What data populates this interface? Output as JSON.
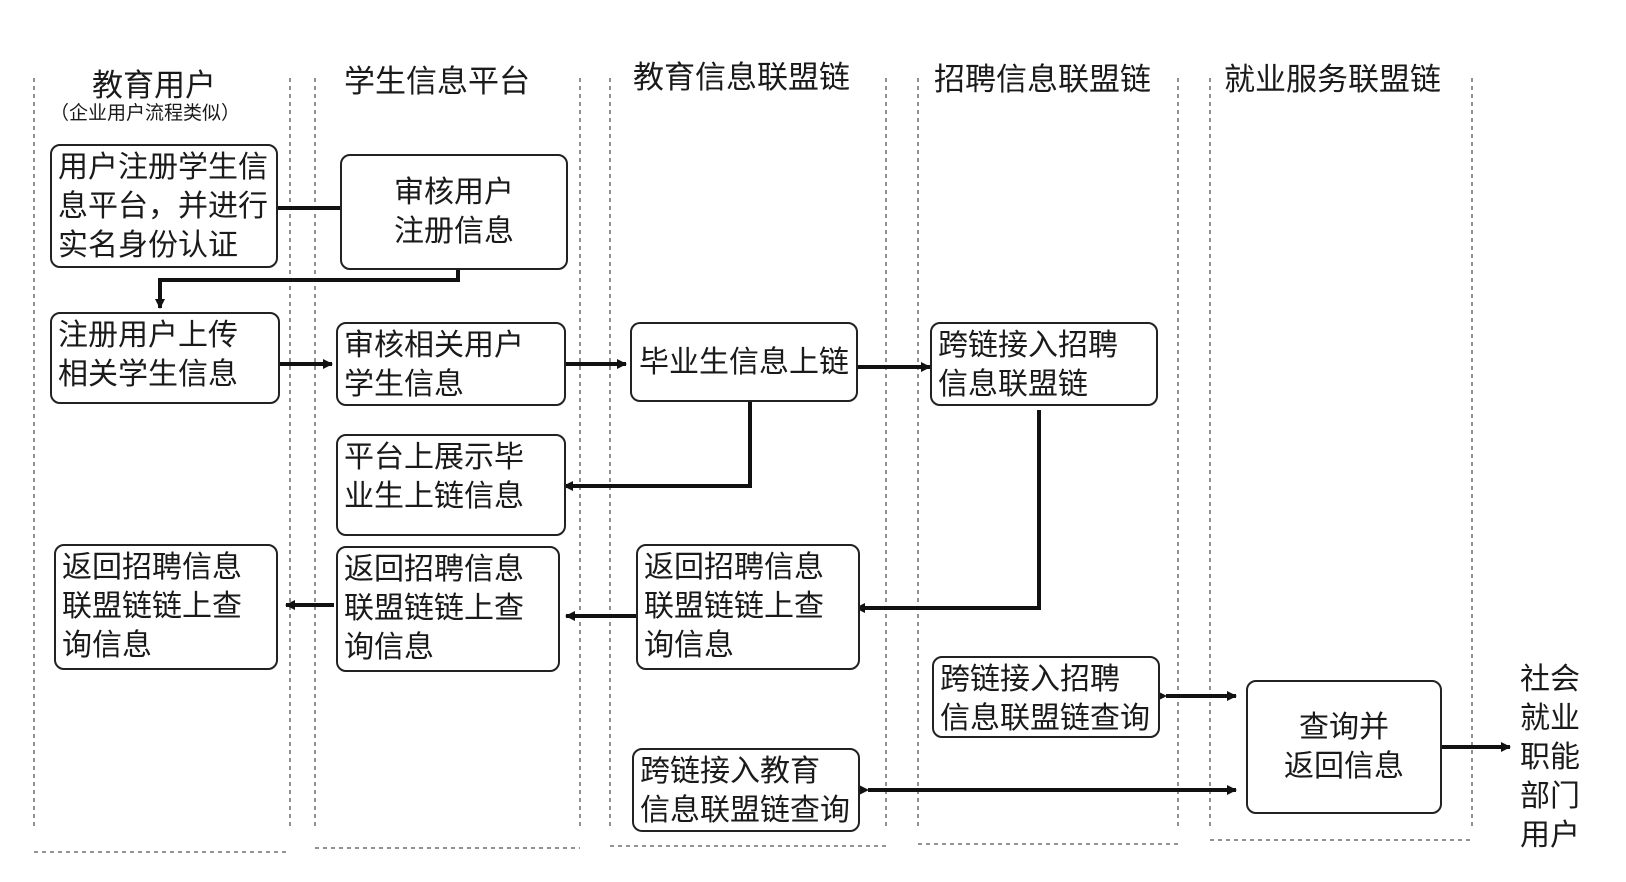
{
  "lanes": [
    {
      "title": "教育用户",
      "subtitle": "（企业用户流程类似）"
    },
    {
      "title": "学生信息平台"
    },
    {
      "title": "教育信息联盟链"
    },
    {
      "title": "招聘信息联盟链"
    },
    {
      "title": "就业服务联盟链"
    }
  ],
  "boxes": {
    "register": "用户注册学生信\n息平台，并进行\n实名身份认证",
    "review_register": "审核用户\n注册信息",
    "upload": "注册用户上传\n相关学生信息",
    "review_student": "审核相关用户\n学生信息",
    "graduate_onchain": "毕业生信息上链",
    "crosschain_recruit": "跨链接入招聘\n信息联盟链",
    "platform_display": "平台上展示毕\n业生上链信息",
    "return_user": "返回招聘信息\n联盟链链上查\n询信息",
    "return_platform": "返回招聘信息\n联盟链链上查\n询信息",
    "return_edu": "返回招聘信息\n联盟链链上查\n询信息",
    "crosschain_recruit_query": "跨链接入招聘\n信息联盟链查询",
    "query_return": "查询并\n返回信息",
    "crosschain_edu_query": "跨链接入教育\n信息联盟链查询"
  },
  "external_actor": "社会\n就业\n职能\n部门\n用户"
}
